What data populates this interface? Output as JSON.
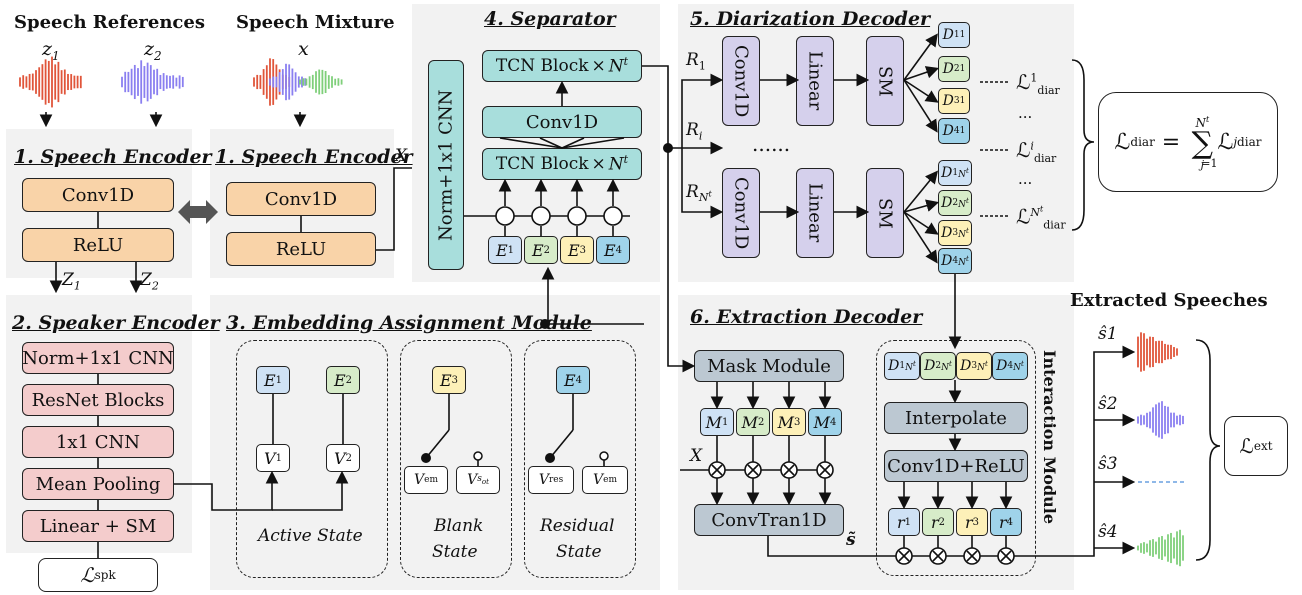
{
  "header": {
    "speech_references": "Speech References",
    "z1": "z1",
    "z2": "z2",
    "speech_mixture": "Speech Mixture",
    "x": "x",
    "extracted_speeches": "Extracted Speeches"
  },
  "speech_encoder_ref": {
    "title": "1. Speech Encoder",
    "conv": "Conv1D",
    "relu": "ReLU",
    "z1_out": "Z1",
    "z2_out": "Z2"
  },
  "speech_encoder_mix": {
    "title": "1. Speech Encoder",
    "conv": "Conv1D",
    "relu": "ReLU",
    "x_out": "X"
  },
  "speaker_encoder": {
    "title": "2. Speaker Encoder",
    "blocks": [
      "Norm+1x1 CNN",
      "ResNet Blocks",
      "1x1 CNN",
      "Mean Pooling",
      "Linear + SM"
    ],
    "loss": "Lspk"
  },
  "embedding_module": {
    "title": "3. Embedding Assignment Module",
    "active": {
      "e1": "E1",
      "e2": "E2",
      "v1": "V1",
      "v2": "V2",
      "label": "Active State"
    },
    "blank": {
      "e3": "E3",
      "v_em": "Vem",
      "v_sot": "Vsot",
      "label_1": "Blank",
      "label_2": "State"
    },
    "residual": {
      "e4": "E4",
      "v_res": "Vres",
      "v_em": "Vem",
      "label_1": "Residual",
      "label_2": "State"
    }
  },
  "separator": {
    "title": "4. Separator",
    "norm": "Norm+1x1 CNN",
    "tcn_top": "TCN Block × Nt",
    "conv": "Conv1D",
    "tcn_bottom": "TCN Block × Nt",
    "embeddings": [
      "E1",
      "E2",
      "E3",
      "E4"
    ]
  },
  "diarization": {
    "title": "5. Diarization Decoder",
    "r1": "R1",
    "ri": "Ri",
    "rnt": "RNt",
    "conv": "Conv1D",
    "linear": "Linear",
    "sm": "SM",
    "dots": "......",
    "top_outputs": [
      "D1^1",
      "D2^1",
      "D3^1",
      "D4^1"
    ],
    "bottom_outputs": [
      "D1^Nt",
      "D2^Nt",
      "D3^Nt",
      "D4^Nt"
    ],
    "loss_1": "L diar 1",
    "loss_i": "L diar i",
    "loss_nt": "L diar Nt",
    "vdots": "...",
    "total_loss": "L diar = Σ j=1..Nt L diar j"
  },
  "extraction": {
    "title": "6. Extraction Decoder",
    "mask": "Mask Module",
    "masks": [
      "M1",
      "M2",
      "M3",
      "M4"
    ],
    "x_in": "X",
    "convtran": "ConvTran1D",
    "s_tilde": "s̃",
    "interaction_label": "Interaction Module",
    "d_inputs": [
      "D1^Nt",
      "D2^Nt",
      "D3^Nt",
      "D4^Nt"
    ],
    "interpolate": "Interpolate",
    "conv_relu": "Conv1D+ReLU",
    "r_outputs": [
      "r1",
      "r2",
      "r3",
      "r4"
    ]
  },
  "outputs": {
    "s_hats": [
      "ŝ1",
      "ŝ2",
      "ŝ3",
      "ŝ4"
    ],
    "loss": "Lext"
  },
  "colors": {
    "speech_red": "#e0553a",
    "speech_purple": "#8a7ff0",
    "speech_green": "#7fcf7a",
    "speech_blue": "#8fb8e8",
    "orange": "#f9d3a8",
    "pink": "#f4cccc",
    "teal": "#a8dedc",
    "purple": "#d5d0ec",
    "grey": "#bcc8d2"
  }
}
